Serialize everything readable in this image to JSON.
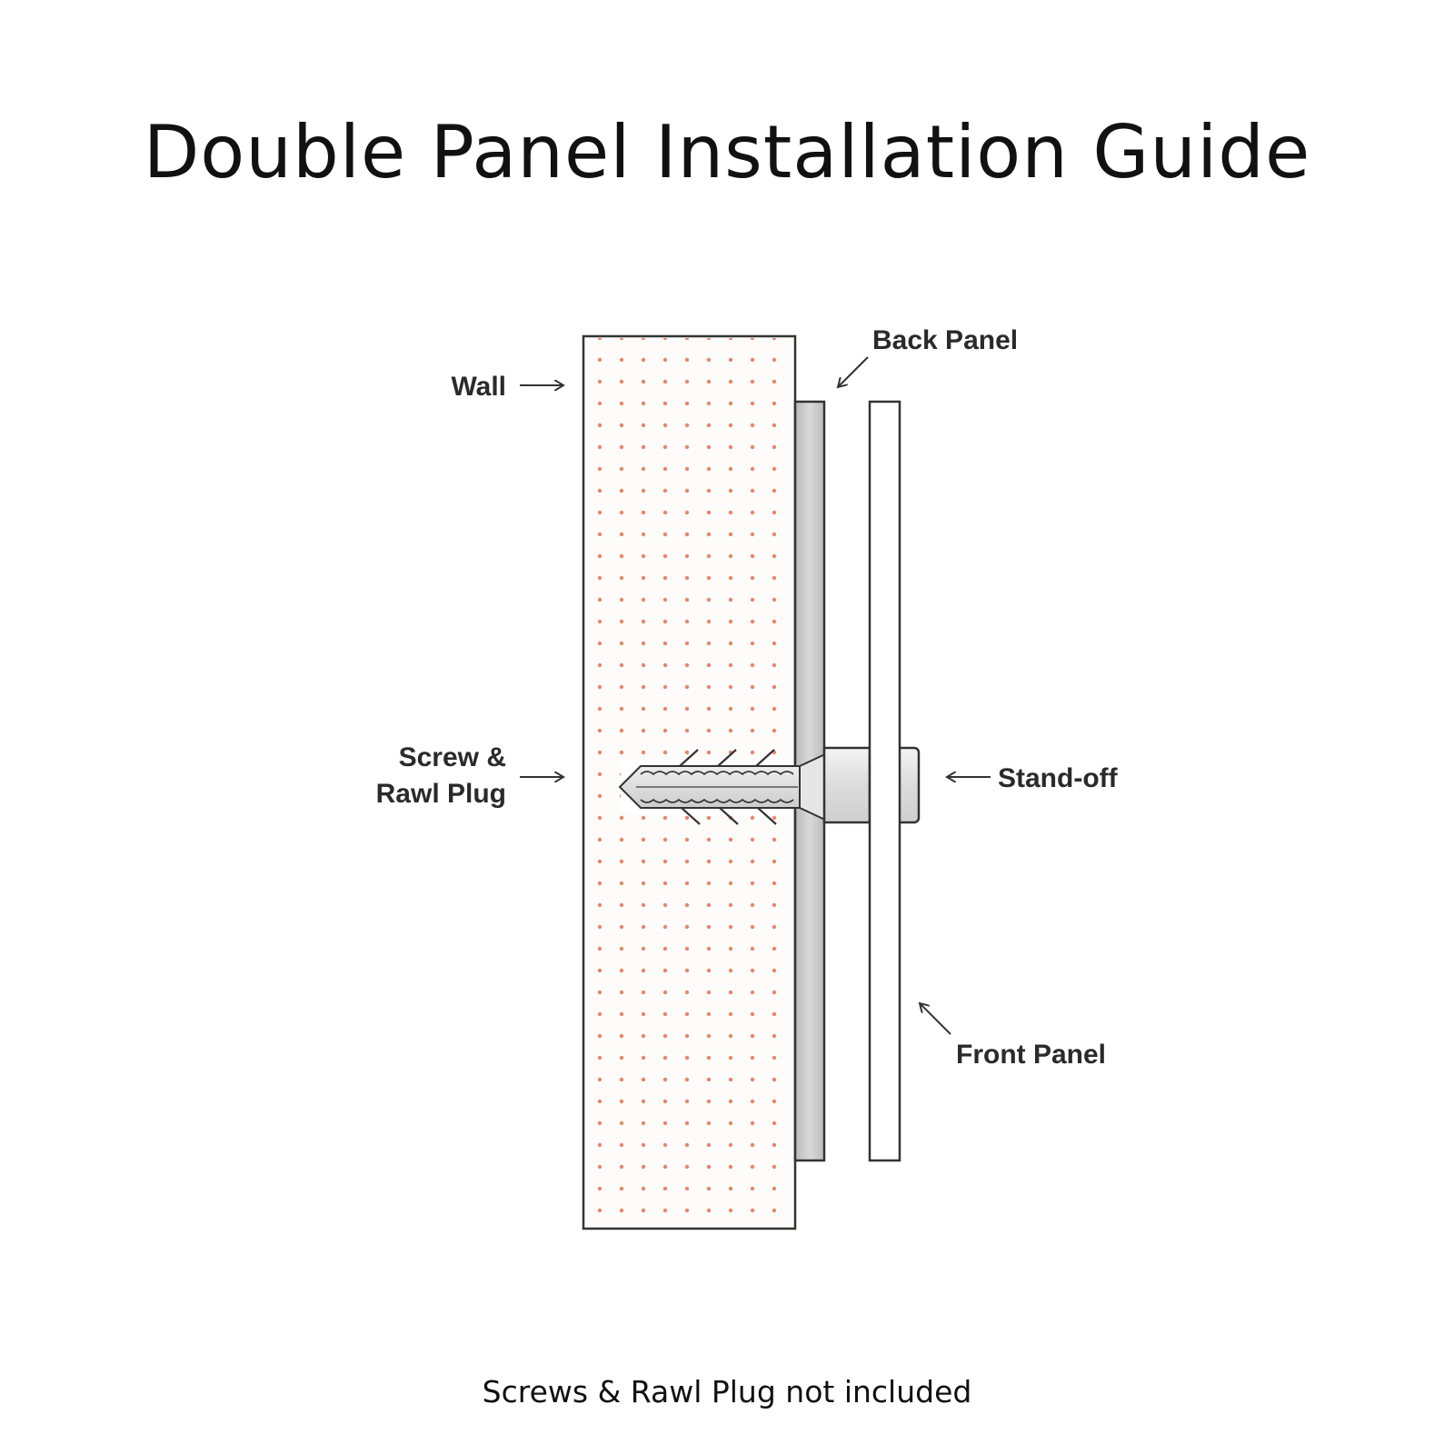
{
  "title": "Double Panel Installation Guide",
  "footnote": "Screws & Rawl Plug not included",
  "labels": {
    "wall": "Wall",
    "back_panel": "Back Panel",
    "screw_line1": "Screw  &",
    "screw_line2": "Rawl Plug",
    "standoff": "Stand-off",
    "front_panel": "Front Panel"
  },
  "colors": {
    "wall_dots": "#e8866b",
    "back_panel_fill": "#c8c8c8",
    "outline": "#333333"
  }
}
